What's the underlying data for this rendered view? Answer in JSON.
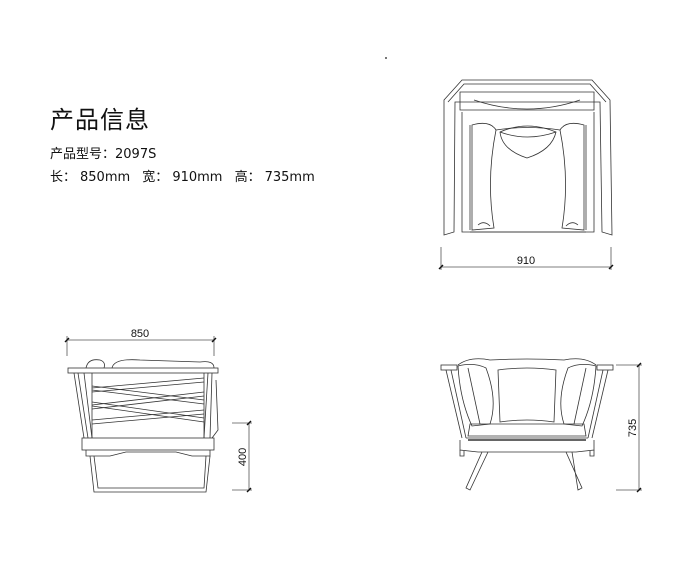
{
  "product_info": {
    "title": "产品信息",
    "model_label": "产品型号：",
    "model_value": "2097S",
    "length_label": "长：",
    "length_value": "850mm",
    "width_label": "宽：",
    "width_value": "910mm",
    "height_label": "高：",
    "height_value": "735mm"
  },
  "views": {
    "top_view": {
      "dimension": "910"
    },
    "side_view": {
      "dimension_width": "850",
      "dimension_seat_height": "400"
    },
    "front_view": {
      "dimension_height": "735"
    }
  },
  "colors": {
    "line": "#333333",
    "dim_line": "#555555",
    "text": "#111111"
  }
}
